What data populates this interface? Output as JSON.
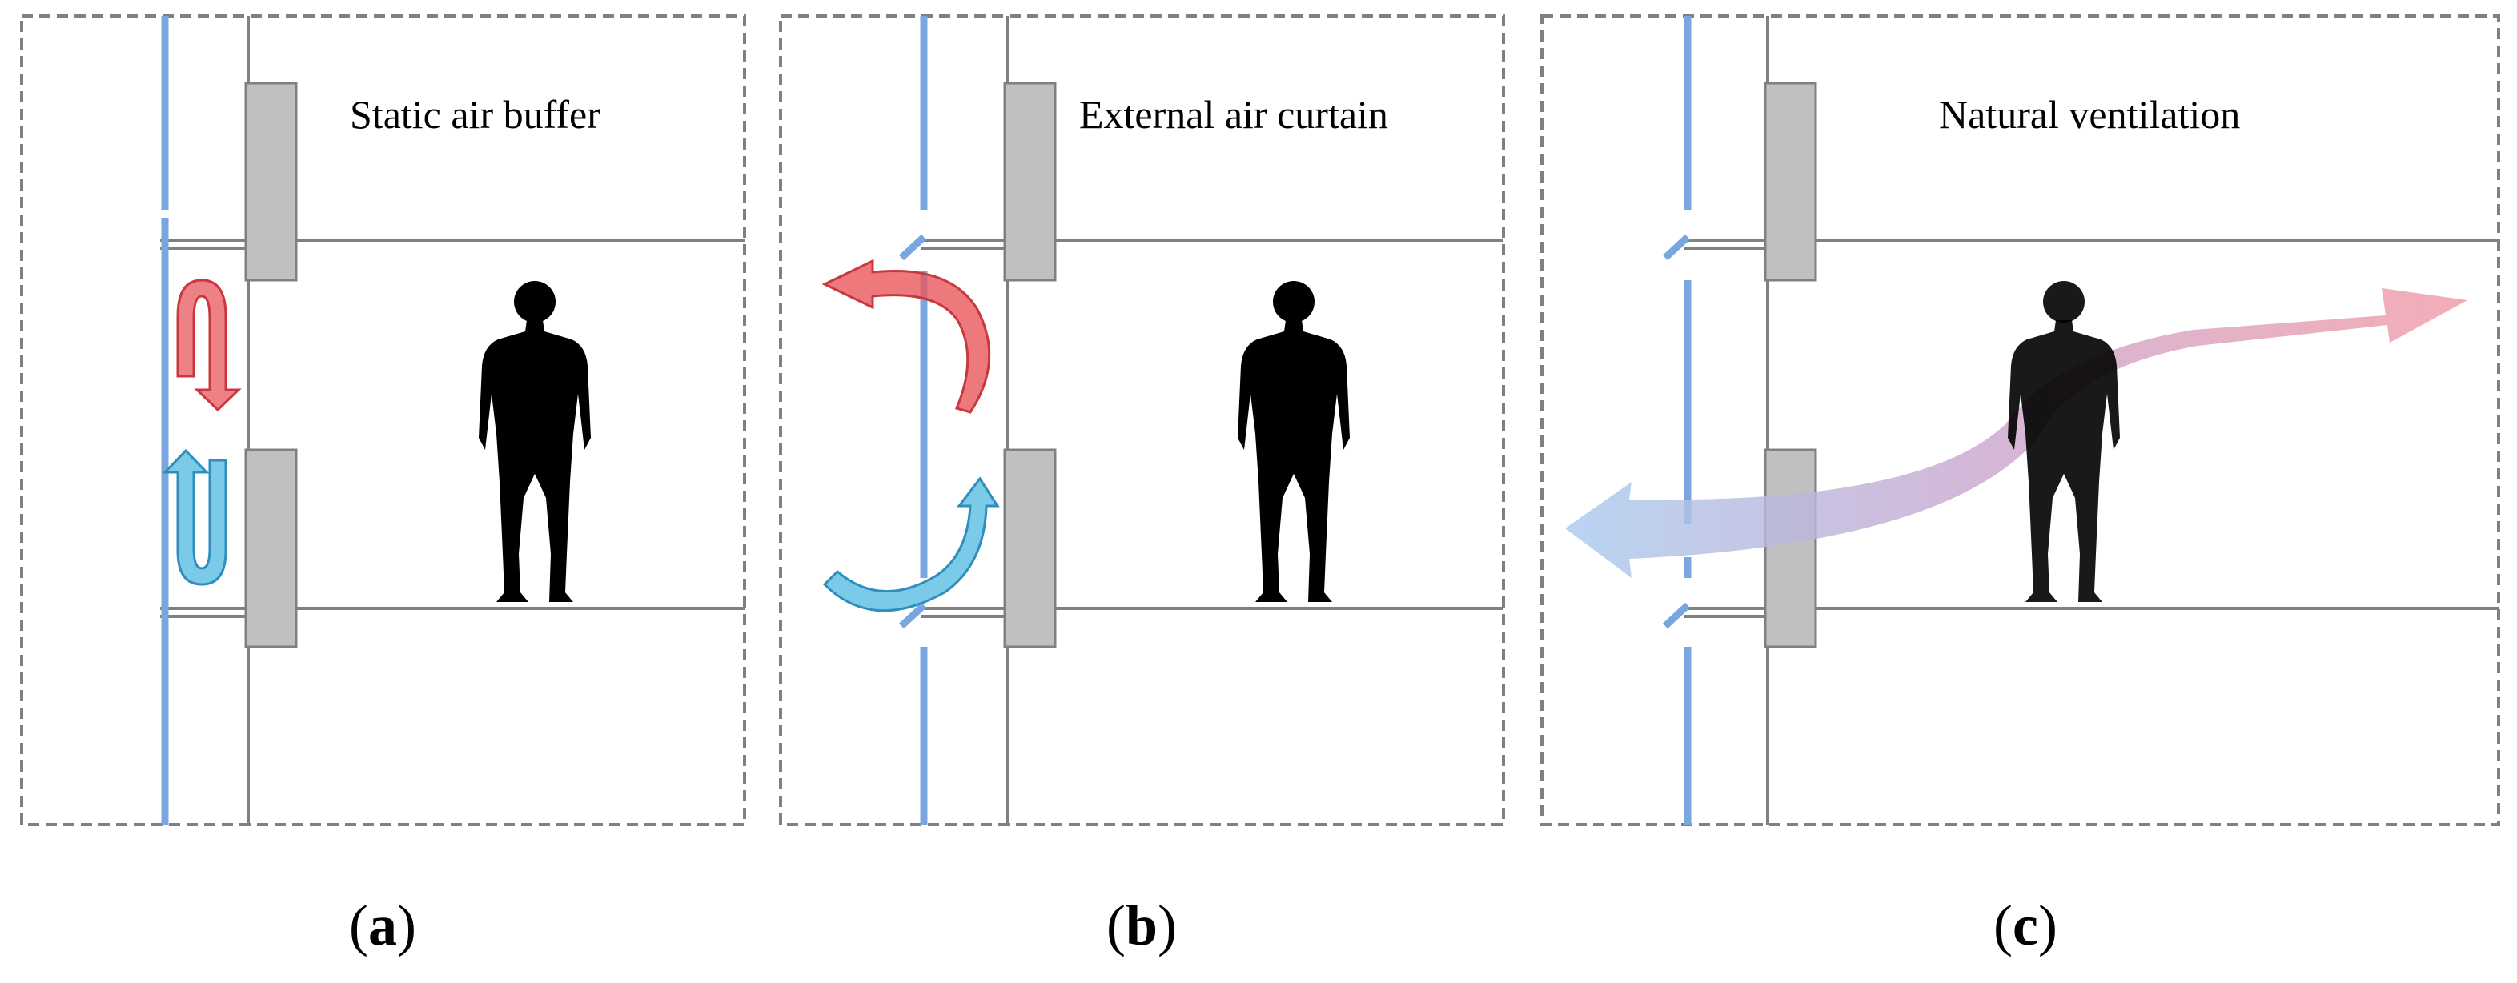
{
  "panels": [
    {
      "id": "a",
      "title": "Static air buffer",
      "label_open": "(",
      "label_letter": "a",
      "label_close": ")"
    },
    {
      "id": "b",
      "title": "External air curtain",
      "label_open": "(",
      "label_letter": "b",
      "label_close": ")"
    },
    {
      "id": "c",
      "title": "Natural ventilation",
      "label_open": "(",
      "label_letter": "c",
      "label_close": ")"
    }
  ],
  "colors": {
    "frame": "#7f7f7f",
    "wall": "#808080",
    "glass": "#7aa6e0",
    "slab": "#c0c0c0",
    "warm_air": "#e8575c",
    "cool_air": "#4fb8e0",
    "person": "#000000"
  },
  "icons": {
    "person": "person-silhouette-icon"
  }
}
